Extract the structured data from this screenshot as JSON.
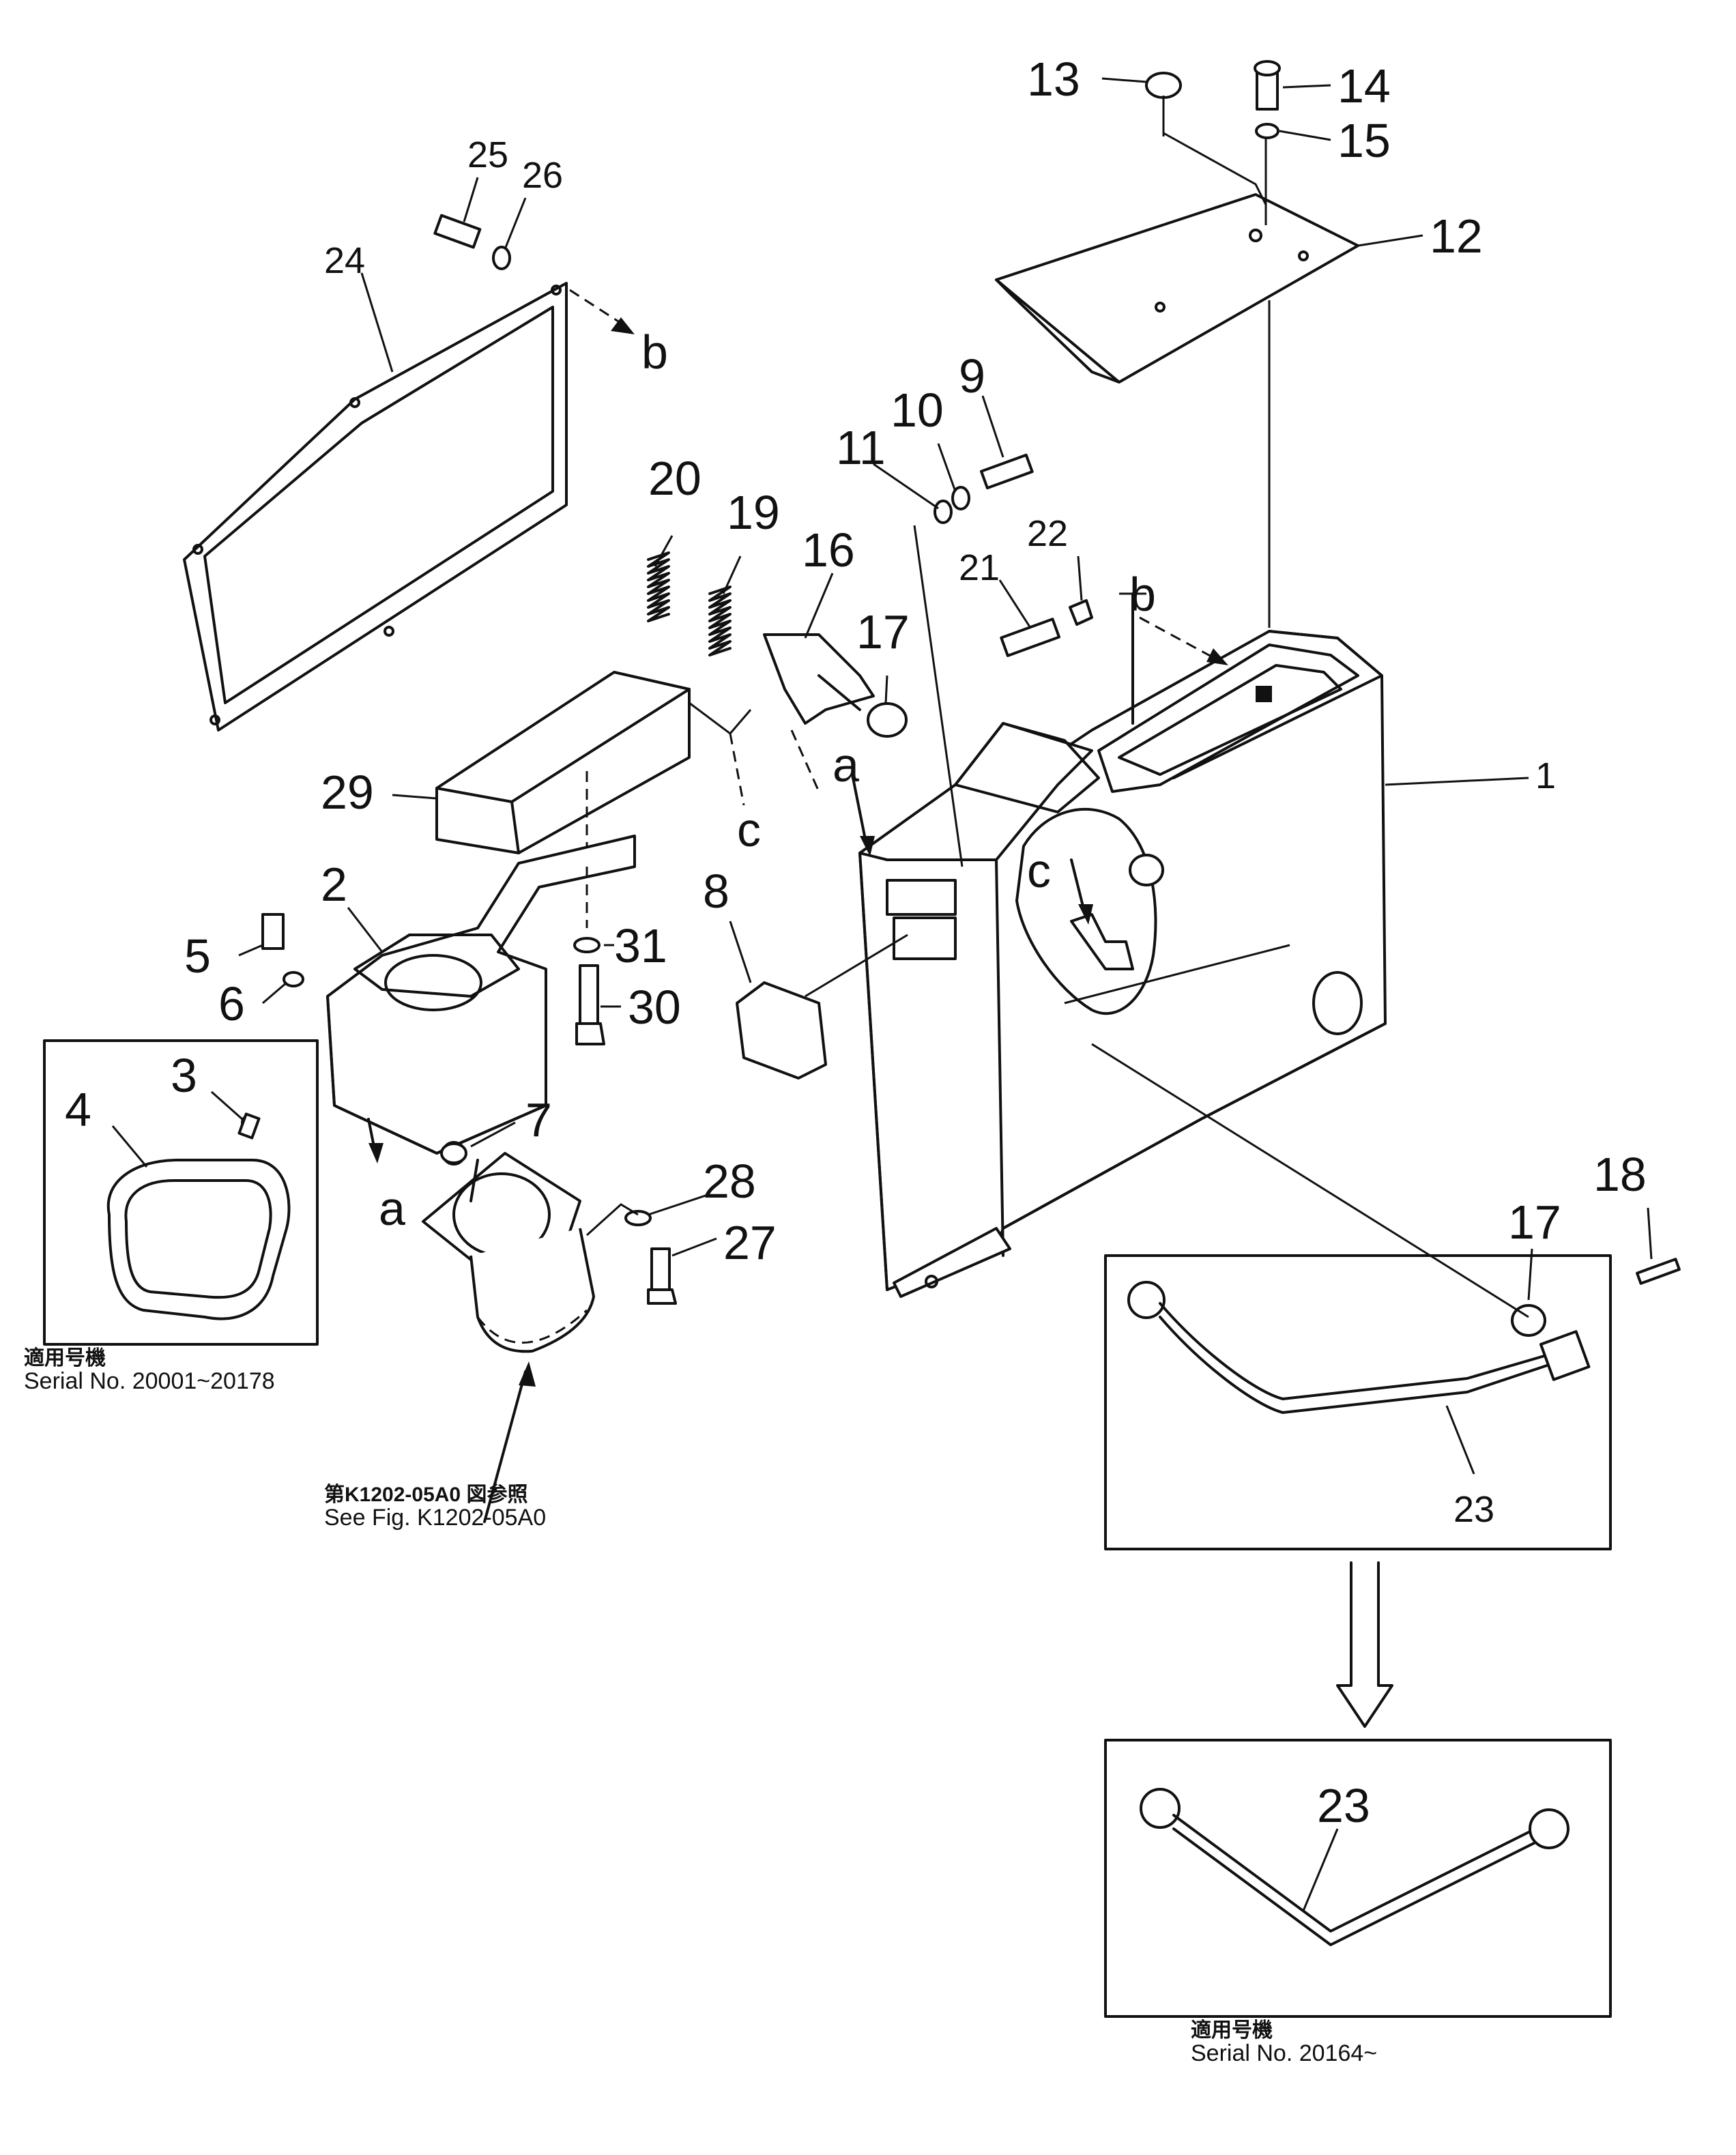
{
  "part_labels": [
    "1",
    "2",
    "3",
    "4",
    "5",
    "6",
    "7",
    "8",
    "9",
    "10",
    "11",
    "12",
    "13",
    "14",
    "15",
    "16",
    "17",
    "17",
    "18",
    "19",
    "20",
    "21",
    "22",
    "23",
    "23",
    "24",
    "25",
    "26",
    "27",
    "28",
    "29",
    "30",
    "31"
  ],
  "connector_labels": [
    "a",
    "a",
    "b",
    "b",
    "c",
    "c"
  ],
  "notes": {
    "serial_left_jp": "適用号機",
    "serial_left": "Serial No. 20001~20178",
    "ref_jp": "第K1202-05A0 図参照",
    "ref": "See Fig. K1202-05A0",
    "serial_right_jp": "適用号機",
    "serial_right": "Serial No. 20164~"
  }
}
